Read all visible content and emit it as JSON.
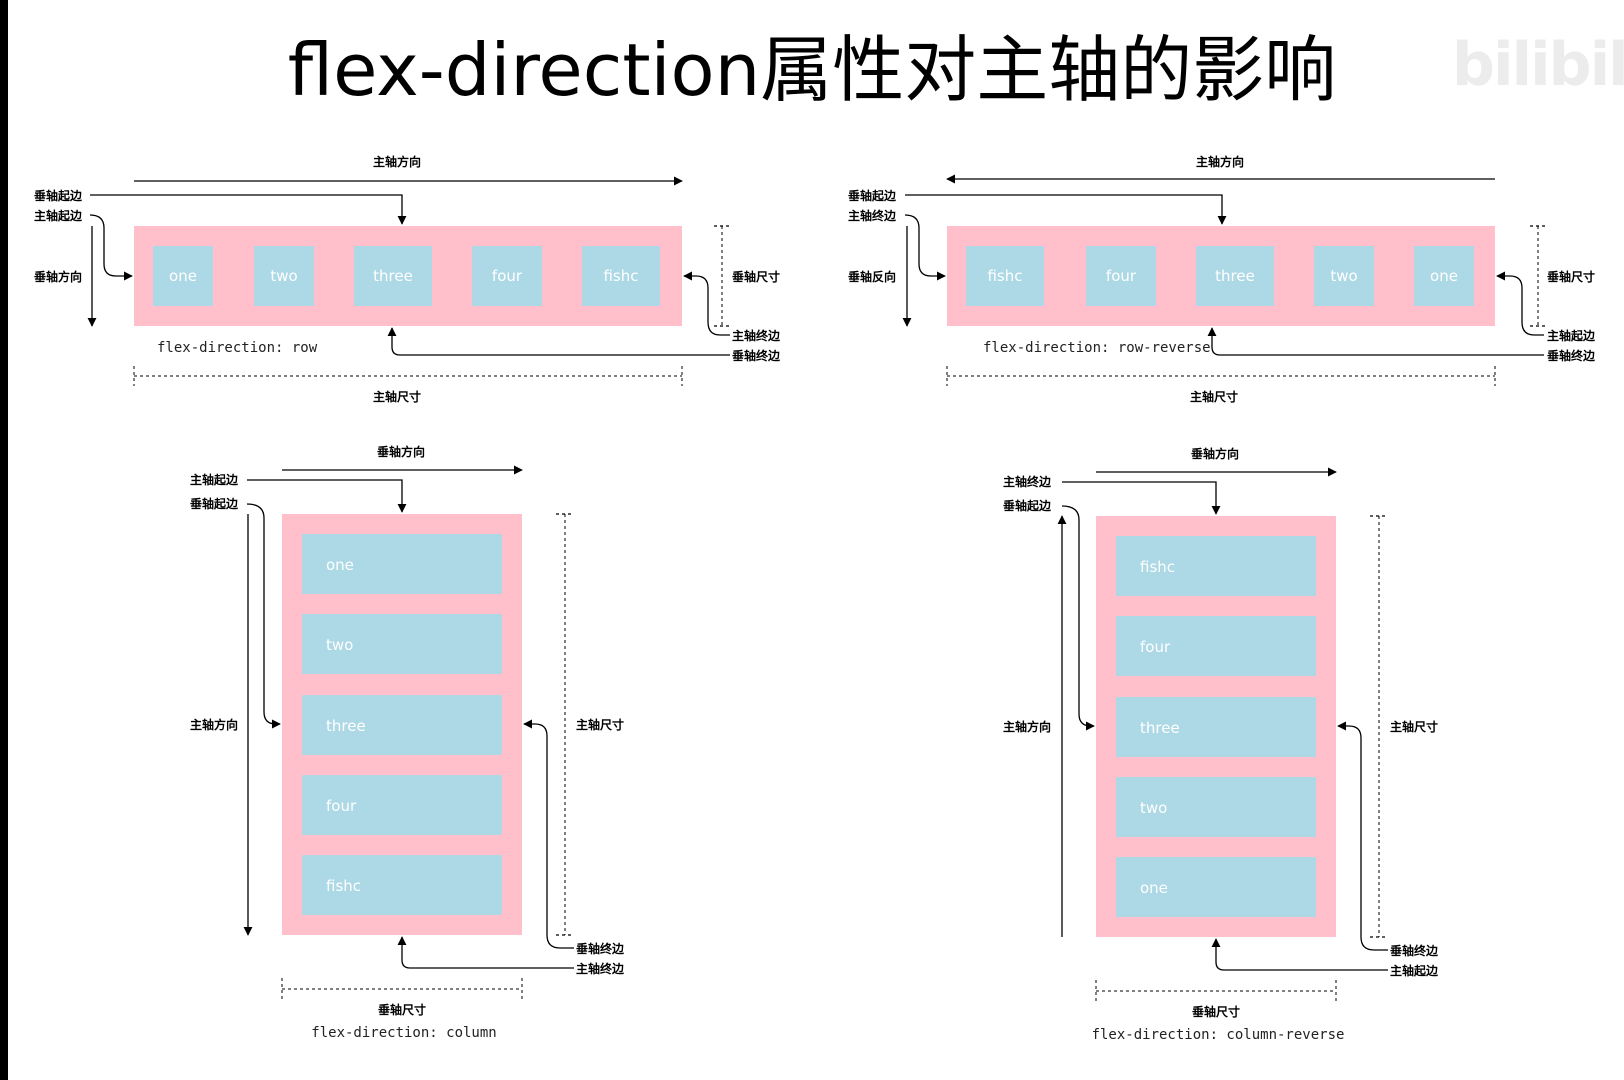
{
  "title": "flex-direction属性对主轴的影响",
  "watermark": "bilibili",
  "colors": {
    "container": "#ffc0cb",
    "item": "#add8e6",
    "item_text": "#ffffff",
    "line": "#000000"
  },
  "diagrams": {
    "row": {
      "caption": "flex-direction: row",
      "items": [
        "one",
        "two",
        "three",
        "four",
        "fishc"
      ],
      "labels": {
        "axis_top": "主轴方向",
        "edge_1": "垂轴起边",
        "edge_2": "主轴起边",
        "side_dir": "垂轴方向",
        "size_right": "垂轴尺寸",
        "end_1": "主轴终边",
        "end_2": "垂轴终边",
        "size_bottom": "主轴尺寸"
      }
    },
    "row_reverse": {
      "caption": "flex-direction: row-reverse",
      "items": [
        "fishc",
        "four",
        "three",
        "two",
        "one"
      ],
      "labels": {
        "axis_top": "主轴方向",
        "edge_1": "垂轴起边",
        "edge_2": "主轴终边",
        "side_dir": "垂轴反向",
        "size_right": "垂轴尺寸",
        "end_1": "主轴起边",
        "end_2": "垂轴终边",
        "size_bottom": "主轴尺寸"
      }
    },
    "column": {
      "caption": "flex-direction: column",
      "items": [
        "one",
        "two",
        "three",
        "four",
        "fishc"
      ],
      "labels": {
        "axis_top": "垂轴方向",
        "edge_1": "主轴起边",
        "edge_2": "垂轴起边",
        "side_dir": "主轴方向",
        "size_right": "主轴尺寸",
        "end_1": "垂轴终边",
        "end_2": "主轴终边",
        "size_bottom": "垂轴尺寸"
      }
    },
    "column_reverse": {
      "caption": "flex-direction: column-reverse",
      "items": [
        "fishc",
        "four",
        "three",
        "two",
        "one"
      ],
      "labels": {
        "axis_top": "垂轴方向",
        "edge_1": "主轴终边",
        "edge_2": "垂轴起边",
        "side_dir": "主轴方向",
        "size_right": "主轴尺寸",
        "end_1": "垂轴终边",
        "end_2": "主轴起边",
        "size_bottom": "垂轴尺寸"
      }
    }
  }
}
